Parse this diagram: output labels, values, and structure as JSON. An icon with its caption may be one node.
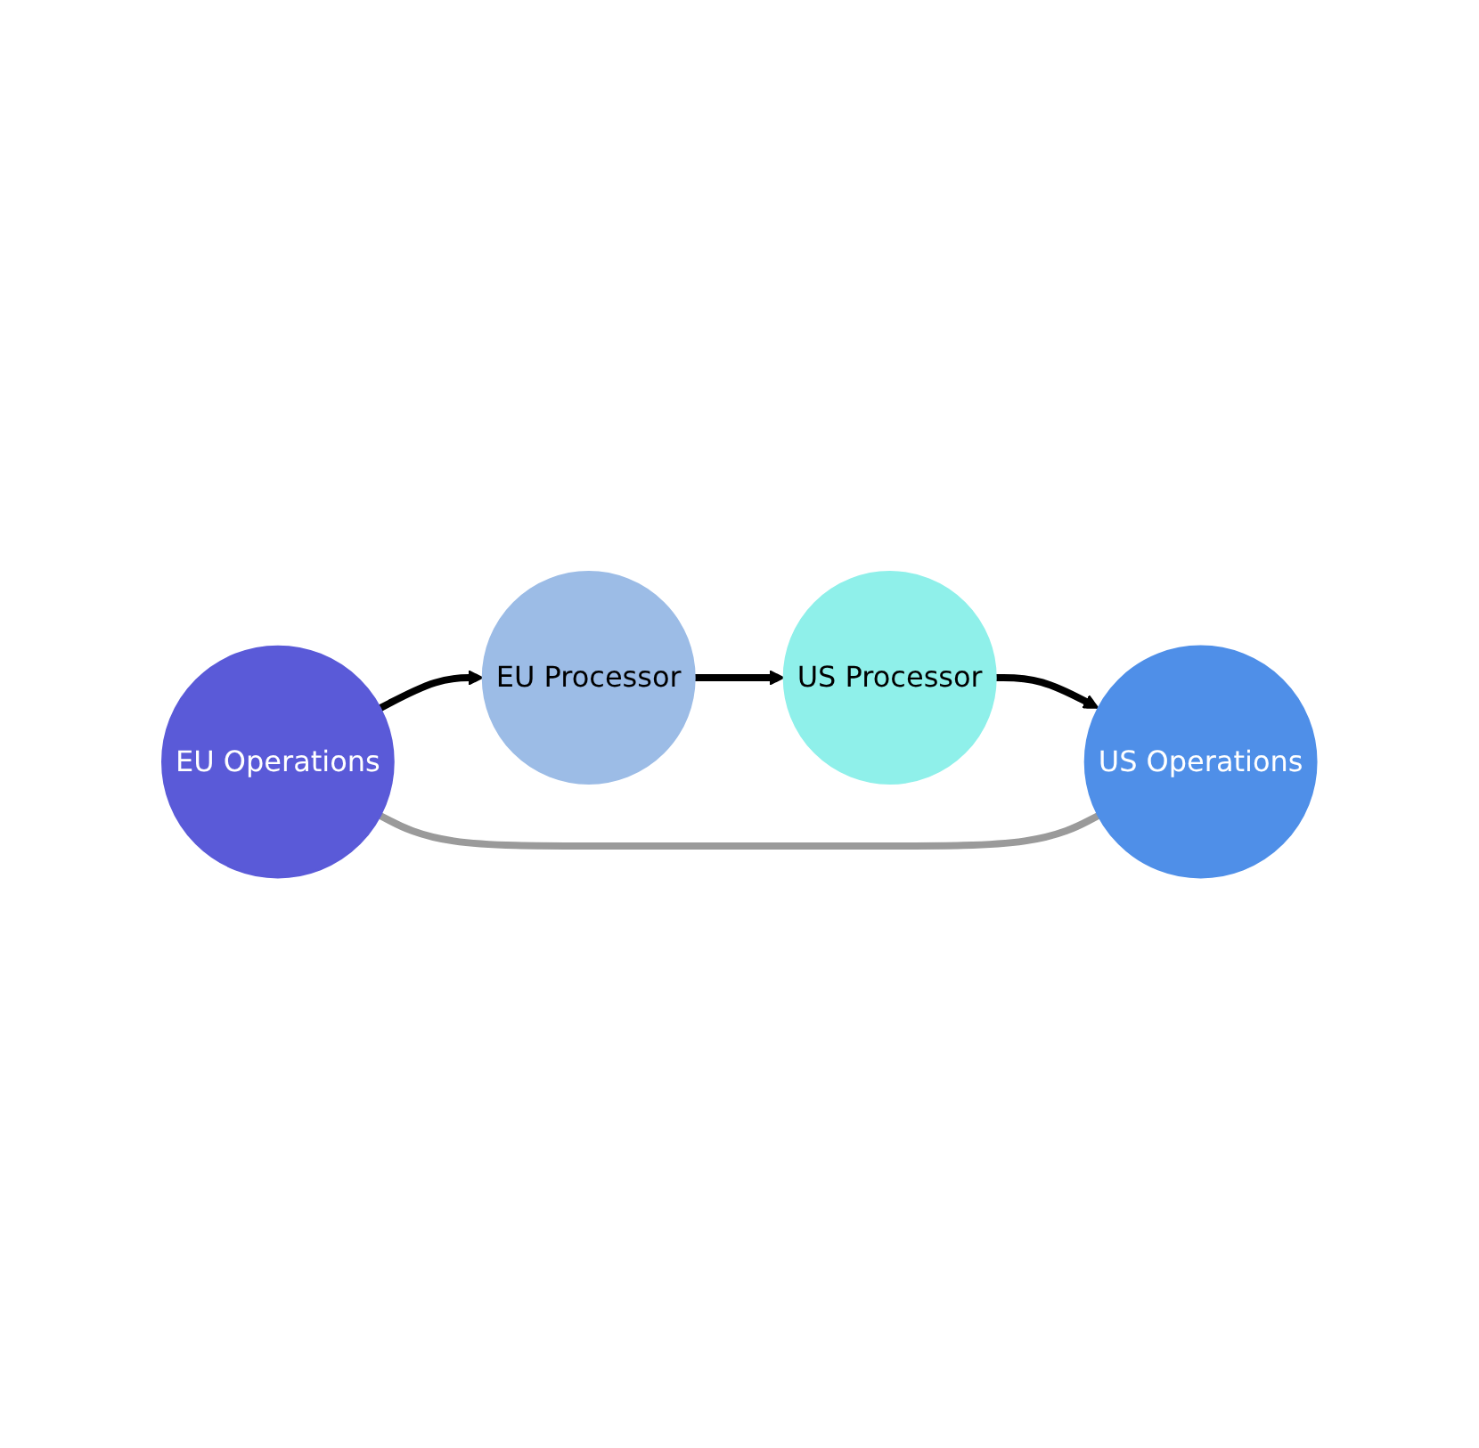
{
  "diagram": {
    "nodes": [
      {
        "text": [
          "EU Operations"
        ]
      },
      {
        "text": [
          "EU Processor"
        ]
      },
      {
        "text": [
          "US Operations"
        ]
      },
      {
        "text": [
          "US Processor"
        ]
      }
    ],
    "edges": [
      {
        "from": 0,
        "to": 1,
        "arrow": "to"
      },
      {
        "from": 1,
        "to": 3,
        "arrow": "to"
      },
      {
        "from": 3,
        "to": 2,
        "arrow": "to"
      },
      {
        "from": 0,
        "to": 2,
        "arrow": "none",
        "color": "#9a9a9a"
      }
    ]
  }
}
